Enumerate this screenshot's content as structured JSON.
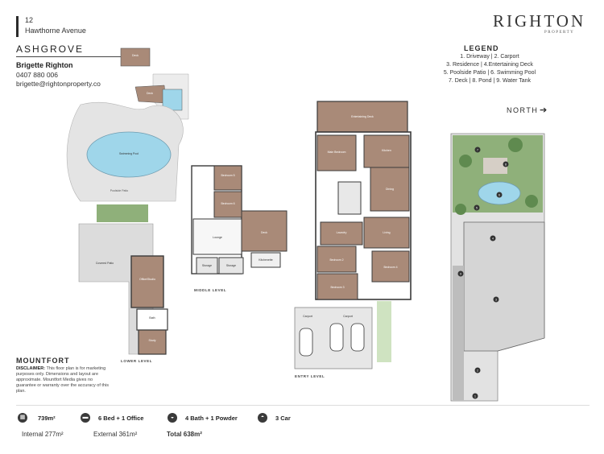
{
  "header": {
    "street_number": "12",
    "street_name": "Hawthorne Avenue",
    "suburb": "ASHGROVE",
    "agent_name": "Brigette Righton",
    "agent_phone": "0407 880 006",
    "agent_email": "brigette@rightonproperty.co"
  },
  "brand": {
    "name": "RIGHTON",
    "sub": "PROPERTY"
  },
  "legend": {
    "title": "LEGEND",
    "lines": [
      "1. Driveway | 2. Carport",
      "3. Residence | 4.Entertaining Deck",
      "5. Poolside Patio | 6. Swimming Pool",
      "7. Deck | 8. Pond | 9. Water Tank"
    ]
  },
  "north": {
    "label": "NORTH",
    "arrow": "➔"
  },
  "levels": {
    "lower": "LOWER LEVEL",
    "middle": "MIDDLE LEVEL",
    "entry": "ENTRY LEVEL"
  },
  "rooms": {
    "deck_top": "Deck",
    "swimming_pool": "Swimming Pool",
    "poolside_patio": "Poolside Patio",
    "covered_patio": "Covered Patio",
    "office_studio": "Office/Studio",
    "bath": "Bath",
    "study": "Study",
    "bedroom5": "Bedroom 5",
    "bedroom6": "Bedroom 6",
    "lounge": "Lounge",
    "deck_mid": "Deck",
    "storage": "Storage",
    "kitchenette": "Kitchenette",
    "entertaining_deck": "Entertaining Deck",
    "main_bedroom": "Main Bedroom",
    "kitchen": "Kitchen",
    "dining": "Dining",
    "living": "Living",
    "bedroom2": "Bedroom 2",
    "bedroom3": "Bedroom 3",
    "bedroom4": "Bedroom 4",
    "laundry": "Laundry",
    "carport": "Carport"
  },
  "site_labels": [
    "1",
    "2",
    "3",
    "4",
    "5",
    "6",
    "7",
    "8",
    "9"
  ],
  "footer": {
    "estate": "MOUNTFORT",
    "disclaimer_title": "DISCLAIMER:",
    "disclaimer_text": "This floor plan is for marketing purposes only. Dimensions and layout are approximate. Mountfort Media gives no guarantee or warranty over the accuracy of this plan.",
    "land": "739m²",
    "beds": "6 Bed + 1 Office",
    "baths": "4 Bath + 1 Powder",
    "cars": "3 Car",
    "internal_label": "Internal",
    "internal_value": "277m²",
    "external_label": "External",
    "external_value": "361m²",
    "total_label": "Total",
    "total_value": "638m²"
  },
  "colors": {
    "timber": "#a98a78",
    "pool": "#9fd6ea",
    "grass": "#8fb07a",
    "paving": "#d9d9d9",
    "wall": "#3a3a3a"
  }
}
